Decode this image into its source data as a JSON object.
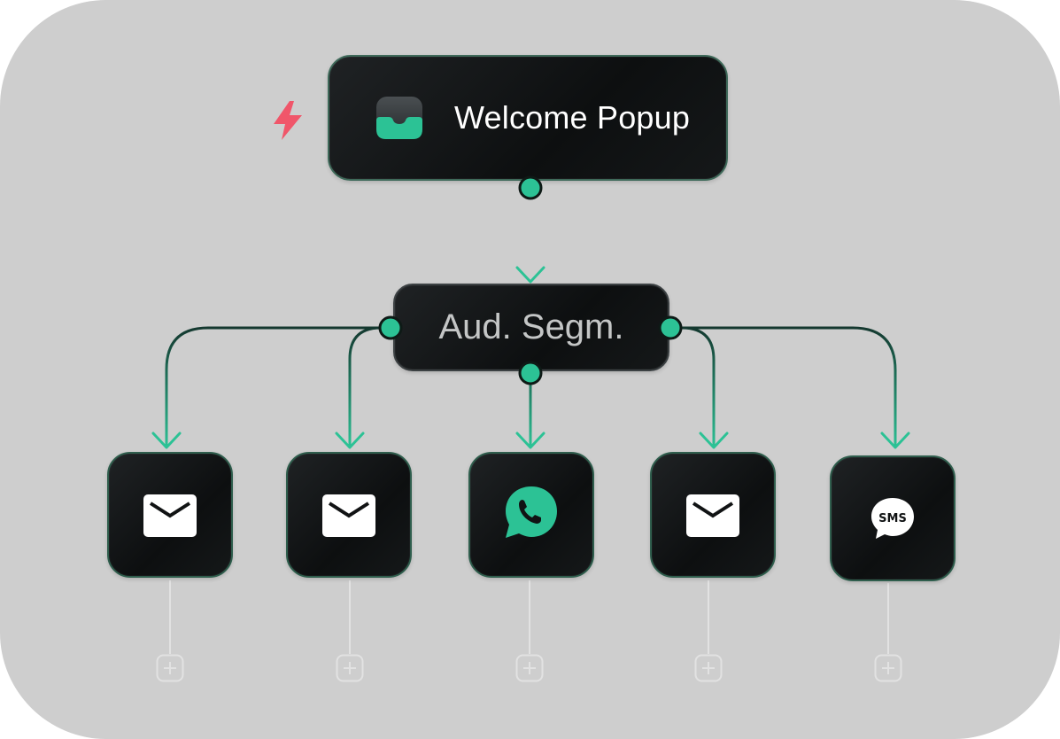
{
  "trigger": {
    "label": "Welcome Popup",
    "icon": "popup-window-icon",
    "trigger_icon": "lightning-bolt-icon"
  },
  "segment": {
    "label": "Aud. Segm."
  },
  "actions": [
    {
      "channel": "email",
      "icon": "envelope-icon"
    },
    {
      "channel": "email",
      "icon": "envelope-icon"
    },
    {
      "channel": "whatsapp",
      "icon": "whatsapp-icon"
    },
    {
      "channel": "email",
      "icon": "envelope-icon"
    },
    {
      "channel": "sms",
      "icon": "sms-bubble-icon",
      "icon_text": "SMS"
    }
  ],
  "colors": {
    "background": "#cecece",
    "node": "#111314",
    "accent": "#2cc295",
    "connector_dark": "#16463a",
    "bolt": "#f0566a",
    "faded": "#e4e4e4"
  }
}
